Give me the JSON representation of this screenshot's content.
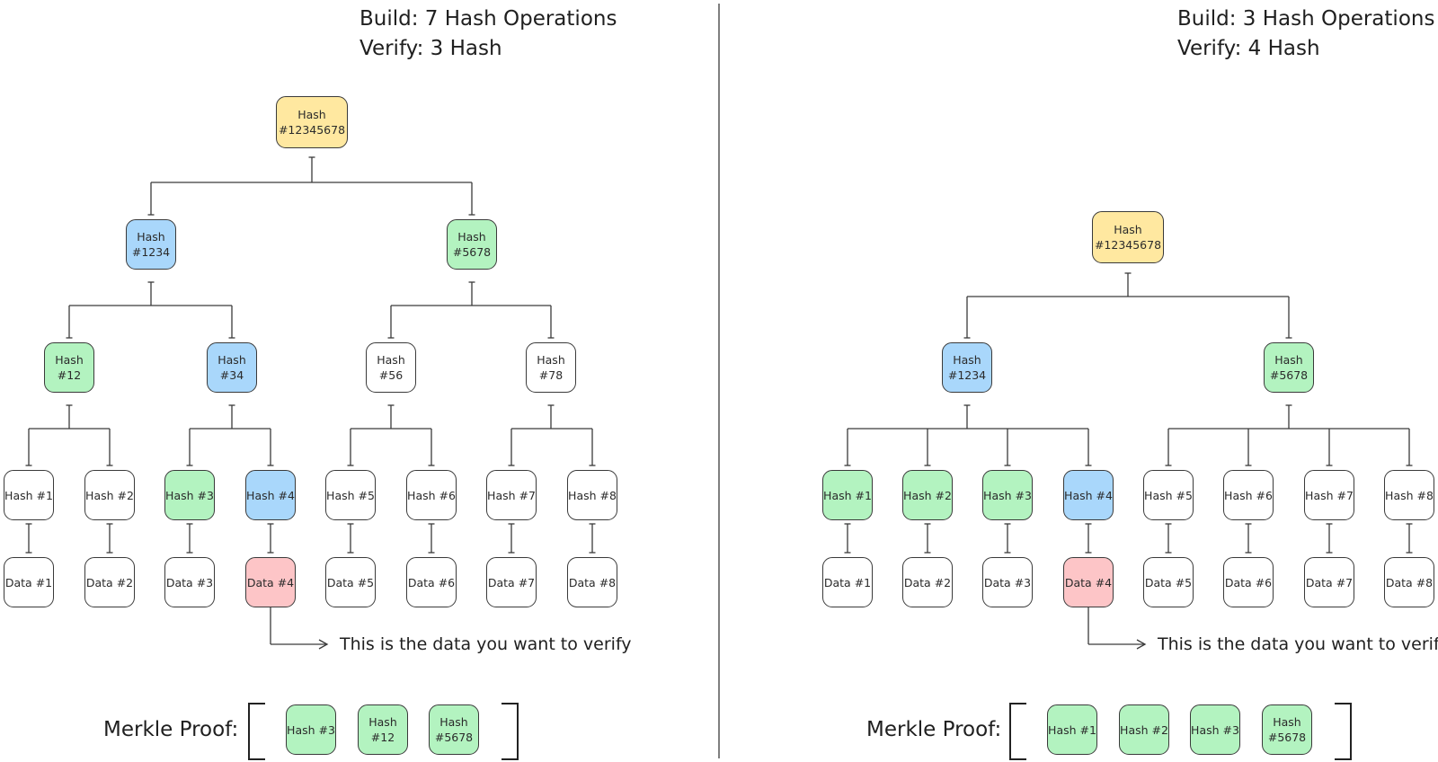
{
  "colors": {
    "root": "#ffe8a0",
    "path": "#a9d7fb",
    "proof": "#b3f3c0",
    "target": "#fdc5c7",
    "plain": "#ffffff",
    "line": "#3a3a3a"
  },
  "left": {
    "header_build": "Build: 7 Hash Operations",
    "header_verify": "Verify: 3 Hash",
    "nodes": {
      "root": "Hash\n#12345678",
      "h1234": "Hash\n#1234",
      "h5678": "Hash\n#5678",
      "h12": "Hash\n#12",
      "h34": "Hash\n#34",
      "h56": "Hash\n#56",
      "h78": "Hash\n#78",
      "hash": [
        "Hash #1",
        "Hash #2",
        "Hash #3",
        "Hash #4",
        "Hash #5",
        "Hash #6",
        "Hash #7",
        "Hash #8"
      ],
      "data": [
        "Data #1",
        "Data #2",
        "Data #3",
        "Data #4",
        "Data #5",
        "Data #6",
        "Data #7",
        "Data #8"
      ]
    },
    "note": "This is the data you want to verify",
    "proof_label": "Merkle Proof:",
    "proof_items": [
      "Hash #3",
      "Hash\n#12",
      "Hash\n#5678"
    ]
  },
  "right": {
    "header_build": "Build: 3 Hash Operations",
    "header_verify": "Verify: 4 Hash",
    "nodes": {
      "root": "Hash\n#12345678",
      "h1234": "Hash\n#1234",
      "h5678": "Hash\n#5678",
      "hash": [
        "Hash #1",
        "Hash #2",
        "Hash #3",
        "Hash #4",
        "Hash #5",
        "Hash #6",
        "Hash #7",
        "Hash #8"
      ],
      "data": [
        "Data #1",
        "Data #2",
        "Data #3",
        "Data #4",
        "Data #5",
        "Data #6",
        "Data #7",
        "Data #8"
      ]
    },
    "note": "This is the data you want to verify",
    "proof_label": "Merkle Proof:",
    "proof_items": [
      "Hash #1",
      "Hash #2",
      "Hash #3",
      "Hash\n#5678"
    ]
  }
}
